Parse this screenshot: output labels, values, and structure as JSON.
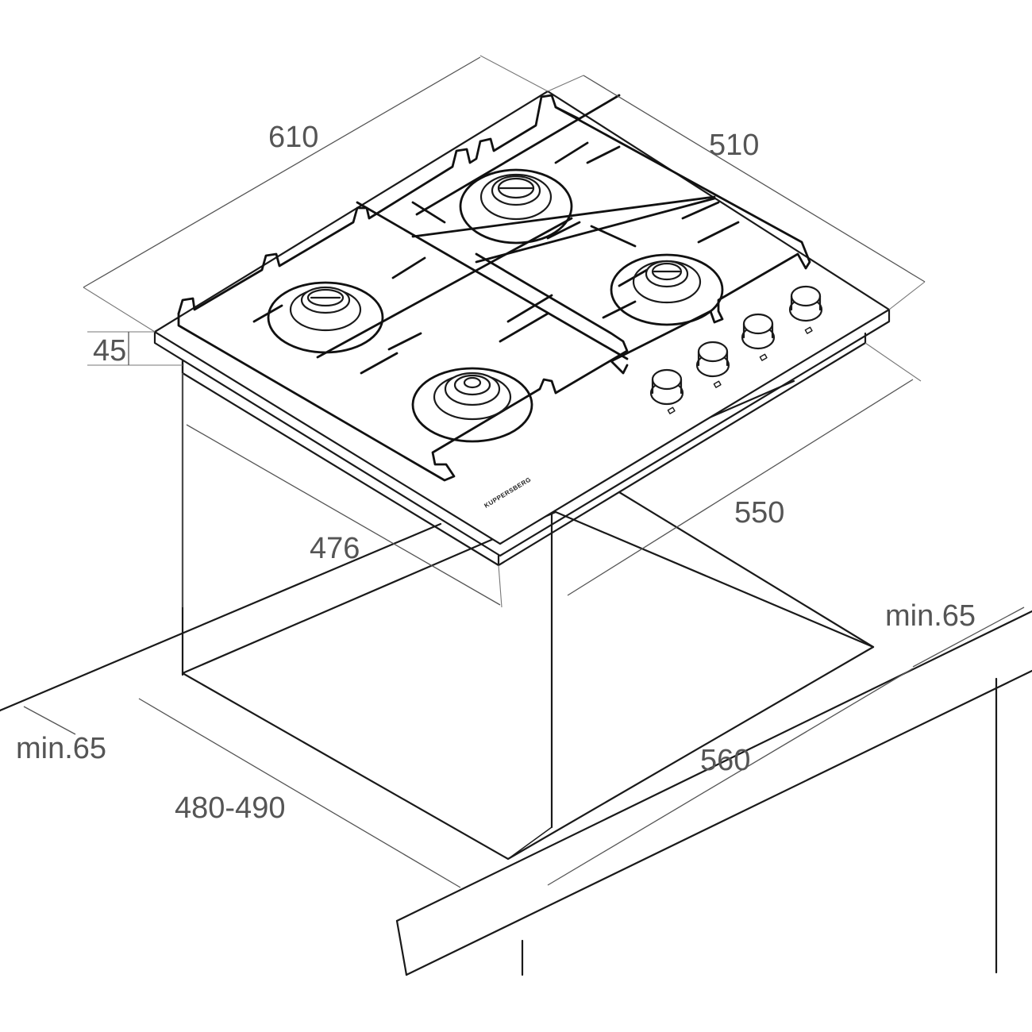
{
  "diagram": {
    "dimensions": {
      "total_width": "610",
      "total_depth": "510",
      "height": "45",
      "cutout_depth": "476",
      "cutout_width": "550",
      "counter_depth": "480-490",
      "counter_width": "560",
      "min_clearance_front": "min.65",
      "min_clearance_right": "min.65"
    },
    "brand_label": "KUPPERSBERG",
    "burners": [
      "burner-back-left",
      "burner-back-right",
      "burner-front-left",
      "burner-front-right"
    ],
    "knobs_count": 4
  }
}
